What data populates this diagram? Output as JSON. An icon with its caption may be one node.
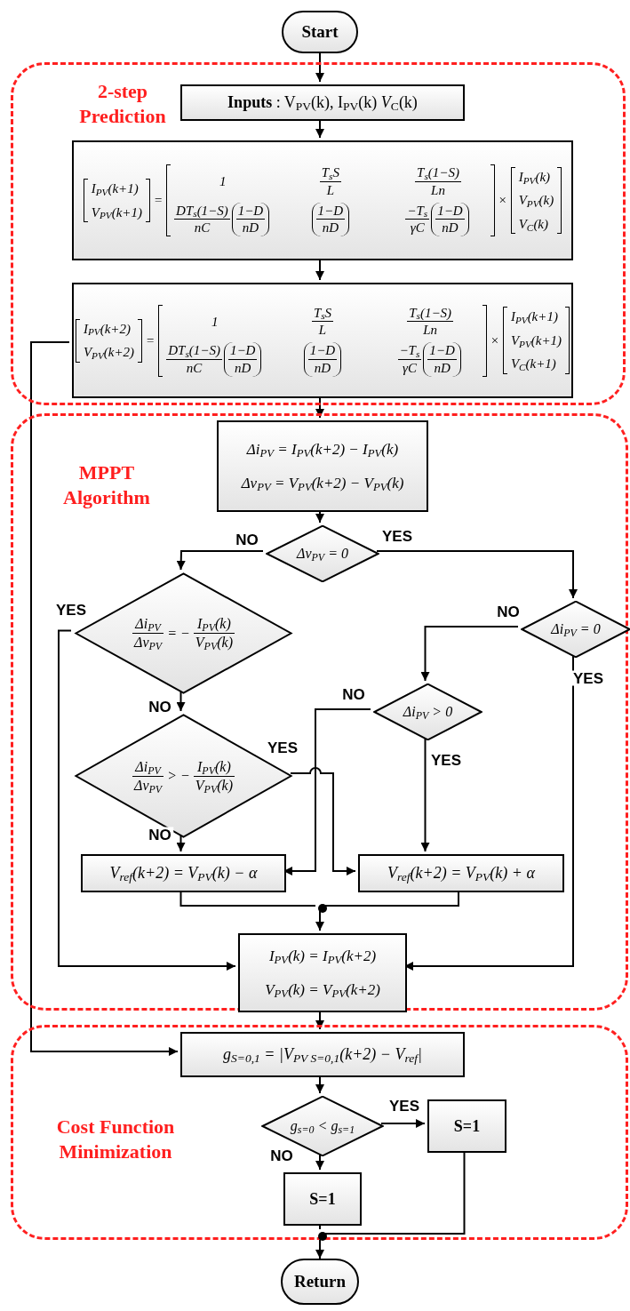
{
  "diagram": {
    "nodes": [
      {
        "text": [
          "Start"
        ]
      },
      {
        "text": [
          "2-step Prediction"
        ]
      },
      {
        "text": [
          "**Inputs** : V$_{PV}$(k), I$_{PV}$(k) *V*$_{C}$(k)"
        ],
        "in": 1
      },
      {
        "text": [
          "I$_{PV}$(k+1)",
          "V$_{PV}$(k+1)",
          "=",
          "1",
          "T$_{s}$S",
          "L",
          "T$_{s}$(1−S)",
          "Ln",
          "DT$_{s}$(1−S)",
          "nC",
          "1−D",
          "nD",
          "1−D",
          "nD",
          "−T$_{s}$",
          "γC",
          "1−D",
          "nD",
          "×",
          "I$_{PV}$(k)",
          "V$_{PV}$(k)",
          "V$_{C}$(k)"
        ],
        "in": 1
      },
      {
        "text": [
          "I$_{PV}$(k+2)",
          "V$_{PV}$(k+2)",
          "=",
          "1",
          "T$_{s}$S",
          "L",
          "T$_{s}$(1−S)",
          "Ln",
          "DT$_{s}$(1−S)",
          "nC",
          "1−D",
          "nD",
          "1−D",
          "nD",
          "−T$_{s}$",
          "γC",
          "1−D",
          "nD",
          "×",
          "I$_{PV}$(k+1)",
          "V$_{PV}$(k+1)",
          "V$_{C}$(k+1)"
        ],
        "in": 1
      },
      {
        "text": [
          "MPPT Algorithm"
        ]
      },
      {
        "text": [
          "Δi$_{PV}$ = I$_{PV}$(k+2) − I$_{PV}$(k)",
          "Δv$_{PV}$ = V$_{PV}$(k+2) − V$_{PV}$(k)"
        ],
        "in": 5
      },
      {
        "text": [
          "Δv$_{PV}$ = 0"
        ],
        "in": 5
      },
      {
        "text": [
          "Δi$_{PV}$",
          "Δv$_{PV}$",
          "= −",
          "I$_{PV}$(k)",
          "V$_{PV}$(k)"
        ],
        "in": 5
      },
      {
        "text": [
          "Δi$_{PV}$ = 0"
        ],
        "in": 5
      },
      {
        "text": [
          "Δi$_{PV}$ > 0"
        ],
        "in": 5
      },
      {
        "text": [
          "Δi$_{PV}$",
          "Δv$_{PV}$",
          "> −",
          "I$_{PV}$(k)",
          "V$_{PV}$(k)"
        ],
        "in": 5
      },
      {
        "text": [
          "V$_{ref}$(k+2) = V$_{PV}$(k) − α"
        ],
        "in": 5
      },
      {
        "text": [
          "V$_{ref}$(k+2) = V$_{PV}$(k) + α"
        ],
        "in": 5
      },
      {
        "text": [
          "I$_{PV}$(k) = I$_{PV}$(k+2)",
          "V$_{PV}$(k) = V$_{PV}$(k+2)"
        ],
        "in": 5
      },
      {
        "text": [
          "Cost Function Minimization"
        ]
      },
      {
        "text": [
          "g$_{S=0,1}$ = |V$_{PV S=0,1}$(k+2) − V$_{ref}$|"
        ],
        "in": 15
      },
      {
        "text": [
          "g$_{s=0}$ < g$_{s=1}$"
        ],
        "in": 15
      },
      {
        "text": [
          "S=1"
        ],
        "in": 15
      },
      {
        "text": [
          "S=1"
        ],
        "in": 15
      },
      {
        "text": [],
        "shape": "circle",
        "in": 5
      },
      {
        "text": [],
        "shape": "circle",
        "in": 15
      },
      {
        "text": [
          "Return"
        ]
      }
    ],
    "edges": [
      {
        "from": 0,
        "to": 2,
        "arrow": "to"
      },
      {
        "from": 2,
        "to": 3,
        "arrow": "to"
      },
      {
        "from": 3,
        "to": 4,
        "arrow": "to"
      },
      {
        "from": 4,
        "to": 6,
        "arrow": "to"
      },
      {
        "from": 6,
        "to": 7,
        "arrow": "to"
      },
      {
        "from": 7,
        "to": 8,
        "arrow": "to",
        "label": "NO"
      },
      {
        "from": 7,
        "to": 9,
        "arrow": "to",
        "label": "YES"
      },
      {
        "from": 8,
        "to": 14,
        "arrow": "to",
        "label": "YES"
      },
      {
        "from": 8,
        "to": 11,
        "arrow": "to",
        "label": "NO"
      },
      {
        "from": 9,
        "to": 10,
        "arrow": "to",
        "label": "NO"
      },
      {
        "from": 9,
        "to": 14,
        "arrow": "to",
        "label": "YES"
      },
      {
        "from": 10,
        "to": 12,
        "arrow": "to",
        "label": "NO"
      },
      {
        "from": 10,
        "to": 13,
        "arrow": "to",
        "label": "YES"
      },
      {
        "from": 11,
        "to": 12,
        "arrow": "to",
        "label": "NO"
      },
      {
        "from": 11,
        "to": 13,
        "arrow": "to",
        "label": "YES"
      },
      {
        "from": 12,
        "to": 20,
        "arrow": "none"
      },
      {
        "from": 13,
        "to": 20,
        "arrow": "none"
      },
      {
        "from": 20,
        "to": 14,
        "arrow": "to"
      },
      {
        "from": 14,
        "to": 16,
        "arrow": "to"
      },
      {
        "from": 4,
        "to": 16,
        "arrow": "to"
      },
      {
        "from": 16,
        "to": 17,
        "arrow": "to"
      },
      {
        "from": 17,
        "to": 18,
        "arrow": "to",
        "label": "YES"
      },
      {
        "from": 17,
        "to": 19,
        "arrow": "to",
        "label": "NO"
      },
      {
        "from": 19,
        "to": 21,
        "arrow": "none"
      },
      {
        "from": 18,
        "to": 21,
        "arrow": "none"
      },
      {
        "from": 21,
        "to": 22,
        "arrow": "to"
      }
    ]
  }
}
